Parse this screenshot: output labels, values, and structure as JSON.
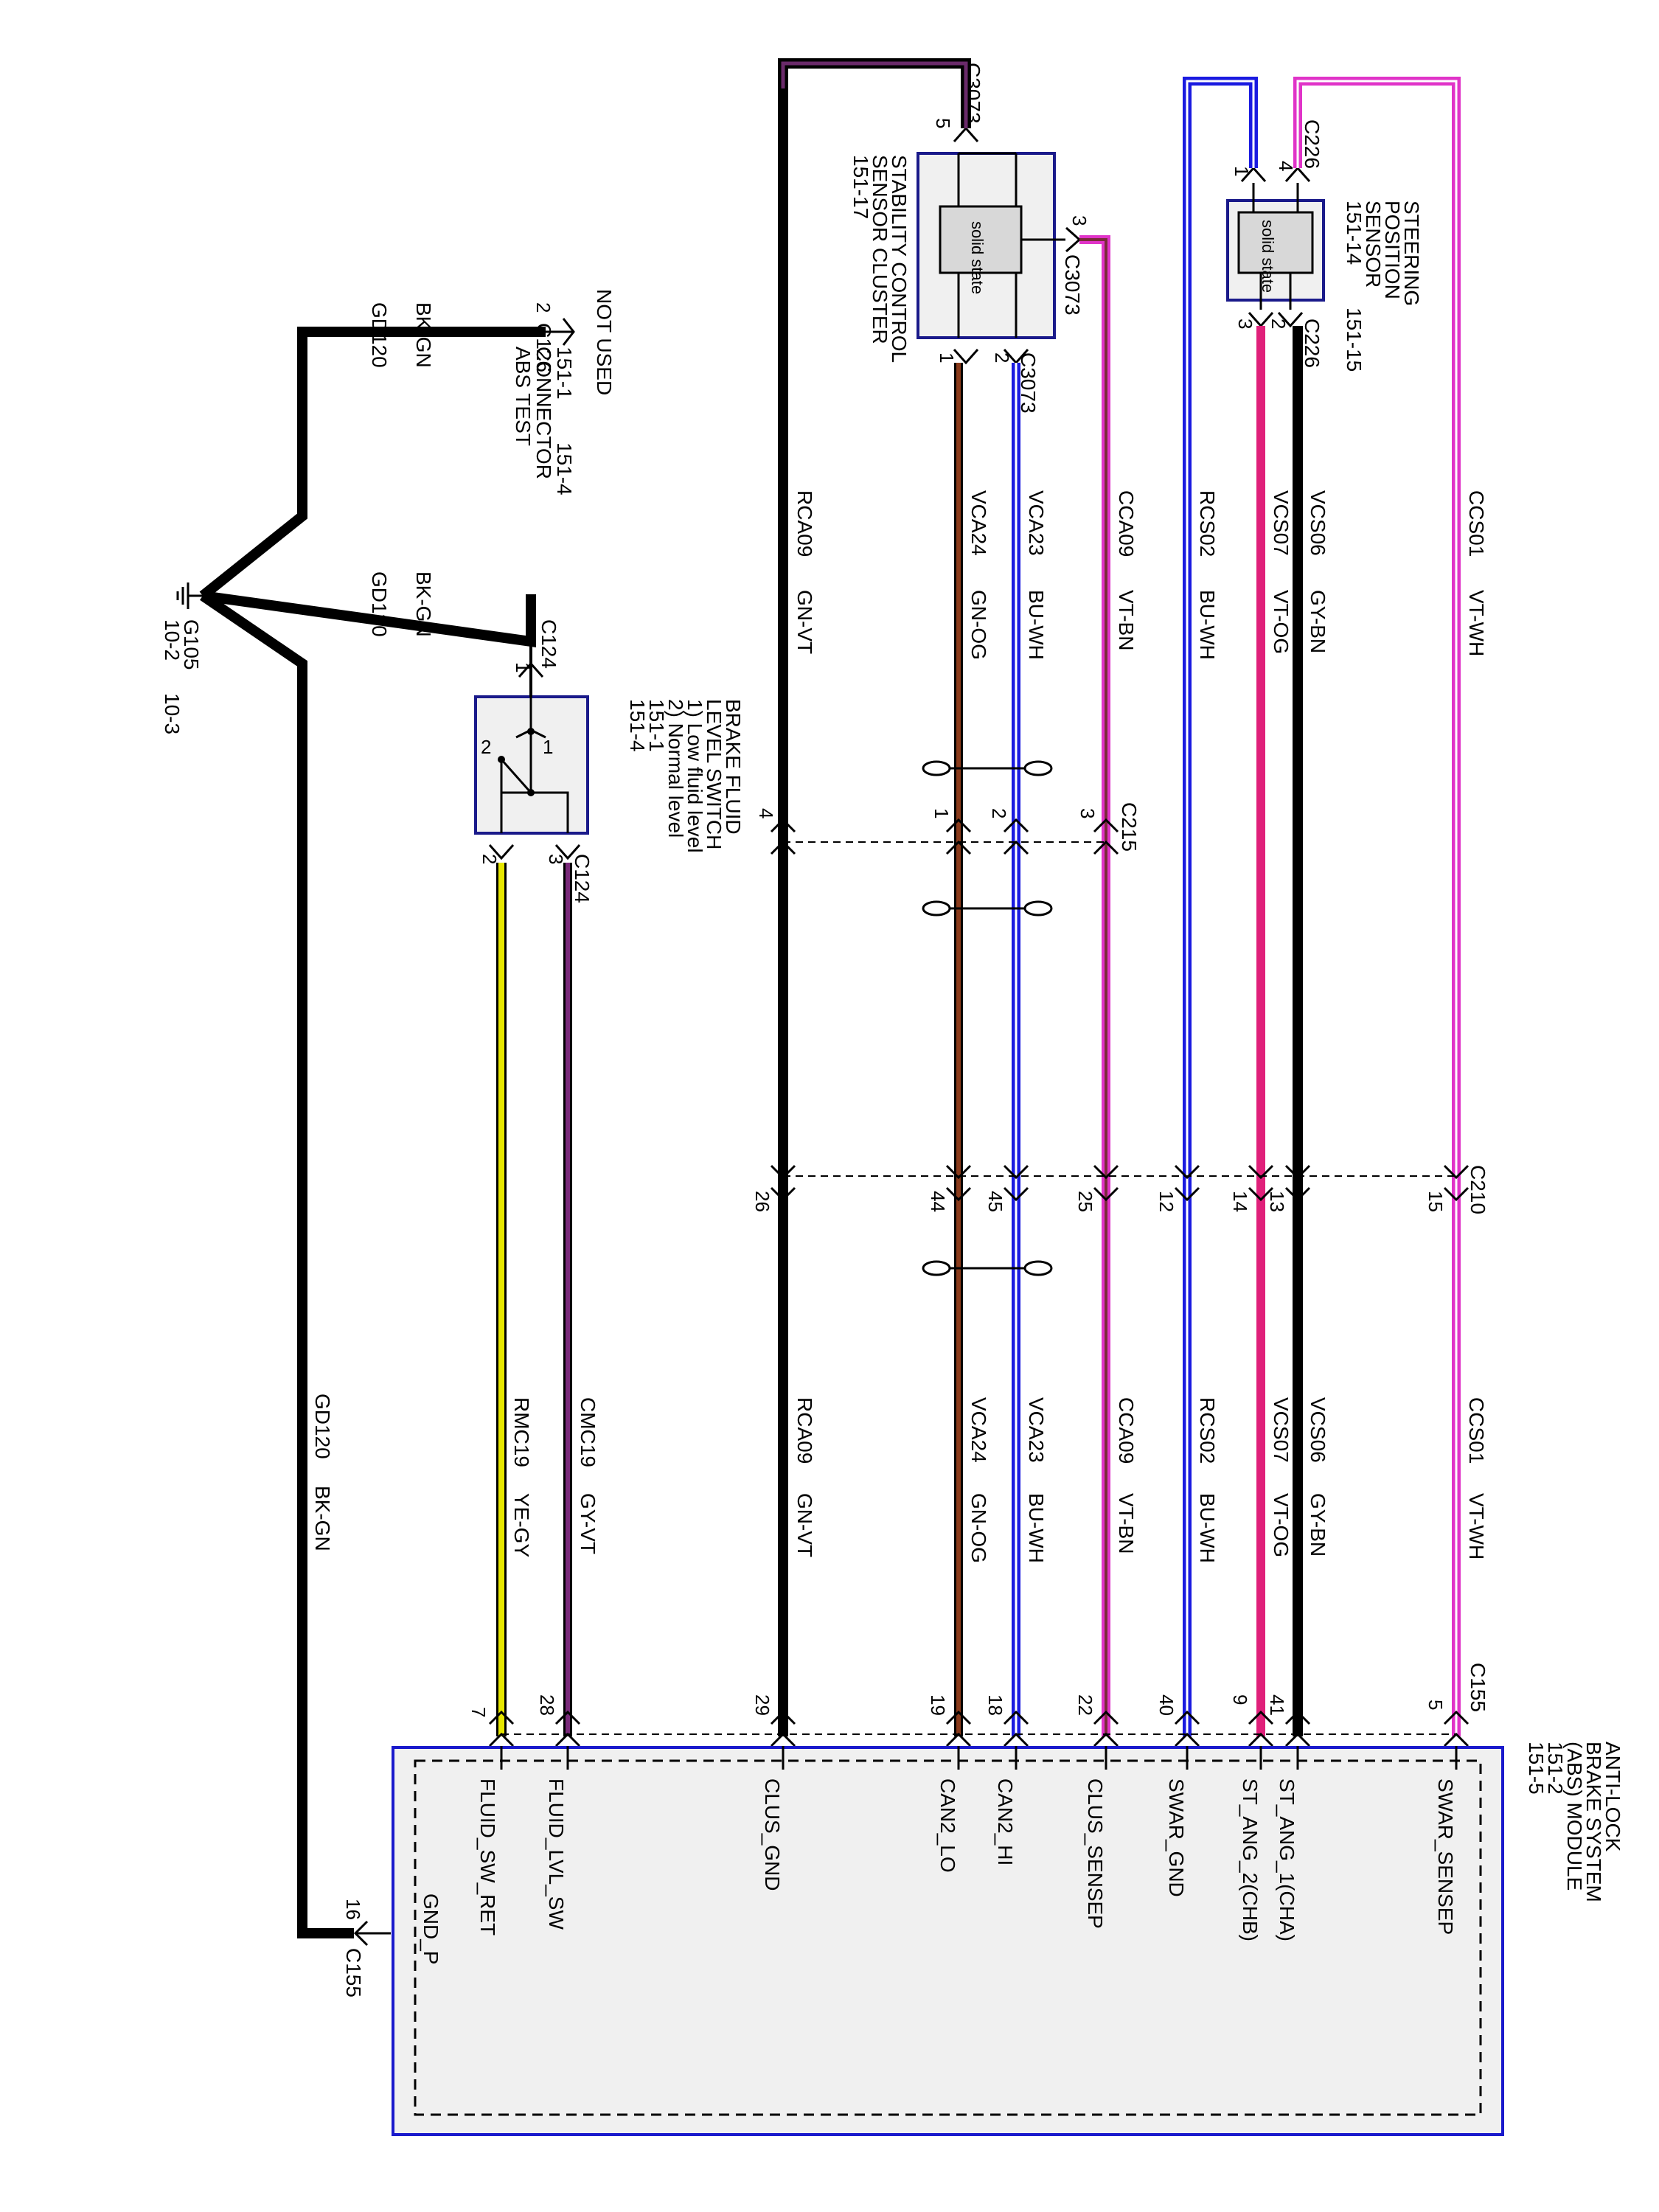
{
  "colors": {
    "black": "#000000",
    "yellow": "#e6e600",
    "violet": "#7a2a7a",
    "brown": "#8a3a1a",
    "blue": "#1a1ae0",
    "magenta": "#e033c8",
    "pink": "#e0207a",
    "module_border": "#1a1acc",
    "box_fill": "#f0f0f0"
  },
  "ground": {
    "name": "G105",
    "ref1": "10-2",
    "ref2": "10-3",
    "top_circuit": "GD120",
    "top_color": "BK-GN",
    "mid_circuit": "GD120",
    "mid_color": "BK-GN",
    "bottom_circuit": "GD120",
    "bottom_color": "BK-GN"
  },
  "c126": {
    "pin": "2",
    "name": "C126",
    "l1": "ABS TEST",
    "l2": "CONNECTOR",
    "ref1": "151-1",
    "ref2": "151-4",
    "status": "NOT USED"
  },
  "brake_fluid": {
    "connector": "C124",
    "pin_in": "1",
    "pin_a": "2",
    "pin_b": "3",
    "sw_a": "1",
    "sw_b": "2",
    "l1": "BRAKE FLUID",
    "l2": "LEVEL SWITCH",
    "l3": "1) Low fluid level",
    "l4": "2) Normal level",
    "ref1": "151-1",
    "ref2": "151-4",
    "out_connector": "C124"
  },
  "stability": {
    "connector": "C3073",
    "pin5": "5",
    "pin3": "3",
    "pin3_connector": "C3073",
    "pin1": "1",
    "pin2": "2",
    "bottom_connector": "C3073",
    "chip": "solid state",
    "l1": "STABILITY CONTROL",
    "l2": "SENSOR CLUSTER",
    "ref": "151-17"
  },
  "steering": {
    "connector": "C226",
    "pin1": "1",
    "pin4": "4",
    "pin3": "3",
    "pin2": "2",
    "bottom_connector": "C226",
    "chip": "solid state",
    "l1": "STEERING",
    "l2": "POSITION",
    "l3": "SENSOR",
    "ref1": "151-14",
    "ref2": "151-15"
  },
  "c215": {
    "name": "C215",
    "pins": [
      "4",
      "1",
      "2",
      "3"
    ]
  },
  "c210": {
    "name": "C210",
    "pins": [
      "26",
      "44",
      "45",
      "25",
      "12",
      "14",
      "13",
      "15"
    ]
  },
  "c155": {
    "name": "C155",
    "pins": [
      "7",
      "28",
      "29",
      "19",
      "18",
      "22",
      "40",
      "9",
      "41",
      "5"
    ],
    "gnd_pin": "16",
    "gnd_name": "C155"
  },
  "wires_upper": [
    {
      "circuit": "RCA09",
      "color": "GN-VT"
    },
    {
      "circuit": "VCA24",
      "color": "GN-OG"
    },
    {
      "circuit": "VCA23",
      "color": "BU-WH"
    },
    {
      "circuit": "CCA09",
      "color": "VT-BN"
    },
    {
      "circuit": "RCS02",
      "color": "BU-WH"
    },
    {
      "circuit": "VCS07",
      "color": "VT-OG"
    },
    {
      "circuit": "VCS06",
      "color": "GY-BN"
    },
    {
      "circuit": "CCS01",
      "color": "VT-WH"
    }
  ],
  "wires_lower": [
    {
      "circuit": "RMC19",
      "color": "YE-GY"
    },
    {
      "circuit": "CMC19",
      "color": "GY-VT"
    },
    {
      "circuit": "RCA09",
      "color": "GN-VT"
    },
    {
      "circuit": "VCA24",
      "color": "GN-OG"
    },
    {
      "circuit": "VCA23",
      "color": "BU-WH"
    },
    {
      "circuit": "CCA09",
      "color": "VT-BN"
    },
    {
      "circuit": "RCS02",
      "color": "BU-WH"
    },
    {
      "circuit": "VCS07",
      "color": "VT-OG"
    },
    {
      "circuit": "VCS06",
      "color": "GY-BN"
    },
    {
      "circuit": "CCS01",
      "color": "VT-WH"
    }
  ],
  "module": {
    "l1": "ANTI-LOCK",
    "l2": "BRAKE SYSTEM",
    "l3": "(ABS) MODULE",
    "ref1": "151-2",
    "ref2": "151-5",
    "signals": [
      "FLUID_SW_RET",
      "FLUID_LVL_SW",
      "CLUS_GND",
      "CAN2_LO",
      "CAN2_HI",
      "CLUS_SENSEP",
      "SWAR_GND",
      "ST_ANG_2(CHB)",
      "ST_ANG_1(CHA)",
      "SWAR_SENSEP"
    ],
    "gnd_signal": "GND_P"
  }
}
